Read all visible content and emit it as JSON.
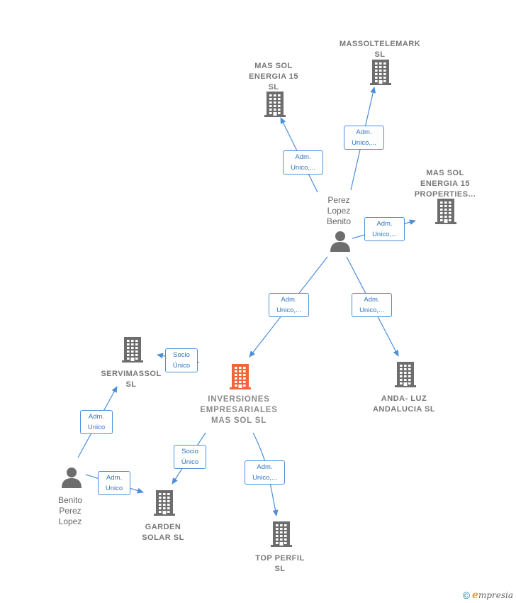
{
  "colors": {
    "edge": "#4a8fd8",
    "edge_text": "#2f74c0",
    "node_icon": "#6d6d6d",
    "main_icon": "#f26539",
    "label": "#777777"
  },
  "nodes": [
    {
      "id": "mas_sol_energia_15",
      "type": "company",
      "label": "MAS SOL\nENERGIA 15\nSL",
      "icon": "building-icon"
    },
    {
      "id": "massoltelemark",
      "type": "company",
      "label": "MASSOLTELEMARK\nSL",
      "icon": "building-icon"
    },
    {
      "id": "mas_sol_energia_15_properties",
      "type": "company",
      "label": "MAS SOL\nENERGIA 15\nPROPERTIES...",
      "icon": "building-icon"
    },
    {
      "id": "perez_lopez_benito",
      "type": "person",
      "label": "Perez\nLopez\nBenito",
      "icon": "person-icon"
    },
    {
      "id": "servimassol",
      "type": "company",
      "label": "SERVIMASSOL\nSL",
      "icon": "building-icon"
    },
    {
      "id": "inversiones",
      "type": "company",
      "main": true,
      "label": "INVERSIONES\nEMPRESARIALES\nMAS SOL  SL",
      "icon": "building-icon"
    },
    {
      "id": "anda_luz",
      "type": "company",
      "label": "ANDA- LUZ\nANDALUCIA  SL",
      "icon": "building-icon"
    },
    {
      "id": "benito_perez_lopez",
      "type": "person",
      "label": "Benito\nPerez\nLopez",
      "icon": "person-icon"
    },
    {
      "id": "garden_solar",
      "type": "company",
      "label": "GARDEN\nSOLAR  SL",
      "icon": "building-icon"
    },
    {
      "id": "top_perfil",
      "type": "company",
      "label": "TOP PERFIL\nSL",
      "icon": "building-icon"
    }
  ],
  "edges": [
    {
      "from": "perez_lopez_benito",
      "to": "mas_sol_energia_15",
      "label": "Adm.\nUnico,..."
    },
    {
      "from": "perez_lopez_benito",
      "to": "massoltelemark",
      "label": "Adm.\nUnico,..."
    },
    {
      "from": "perez_lopez_benito",
      "to": "mas_sol_energia_15_properties",
      "label": "Adm.\nUnico,..."
    },
    {
      "from": "perez_lopez_benito",
      "to": "inversiones",
      "label": "Adm.\nUnico,..."
    },
    {
      "from": "perez_lopez_benito",
      "to": "anda_luz",
      "label": "Adm.\nUnico,..."
    },
    {
      "from": "inversiones",
      "to": "servimassol",
      "label": "Socio\nÚnico"
    },
    {
      "from": "benito_perez_lopez",
      "to": "servimassol",
      "label": "Adm.\nUnico"
    },
    {
      "from": "benito_perez_lopez",
      "to": "garden_solar",
      "label": "Adm.\nUnico"
    },
    {
      "from": "inversiones",
      "to": "garden_solar",
      "label": "Socio\nÚnico"
    },
    {
      "from": "inversiones",
      "to": "top_perfil",
      "label": "Adm.\nUnico,..."
    }
  ],
  "footer": {
    "copyright": "©",
    "brand_initial": "e",
    "brand_rest": "mpresia"
  }
}
